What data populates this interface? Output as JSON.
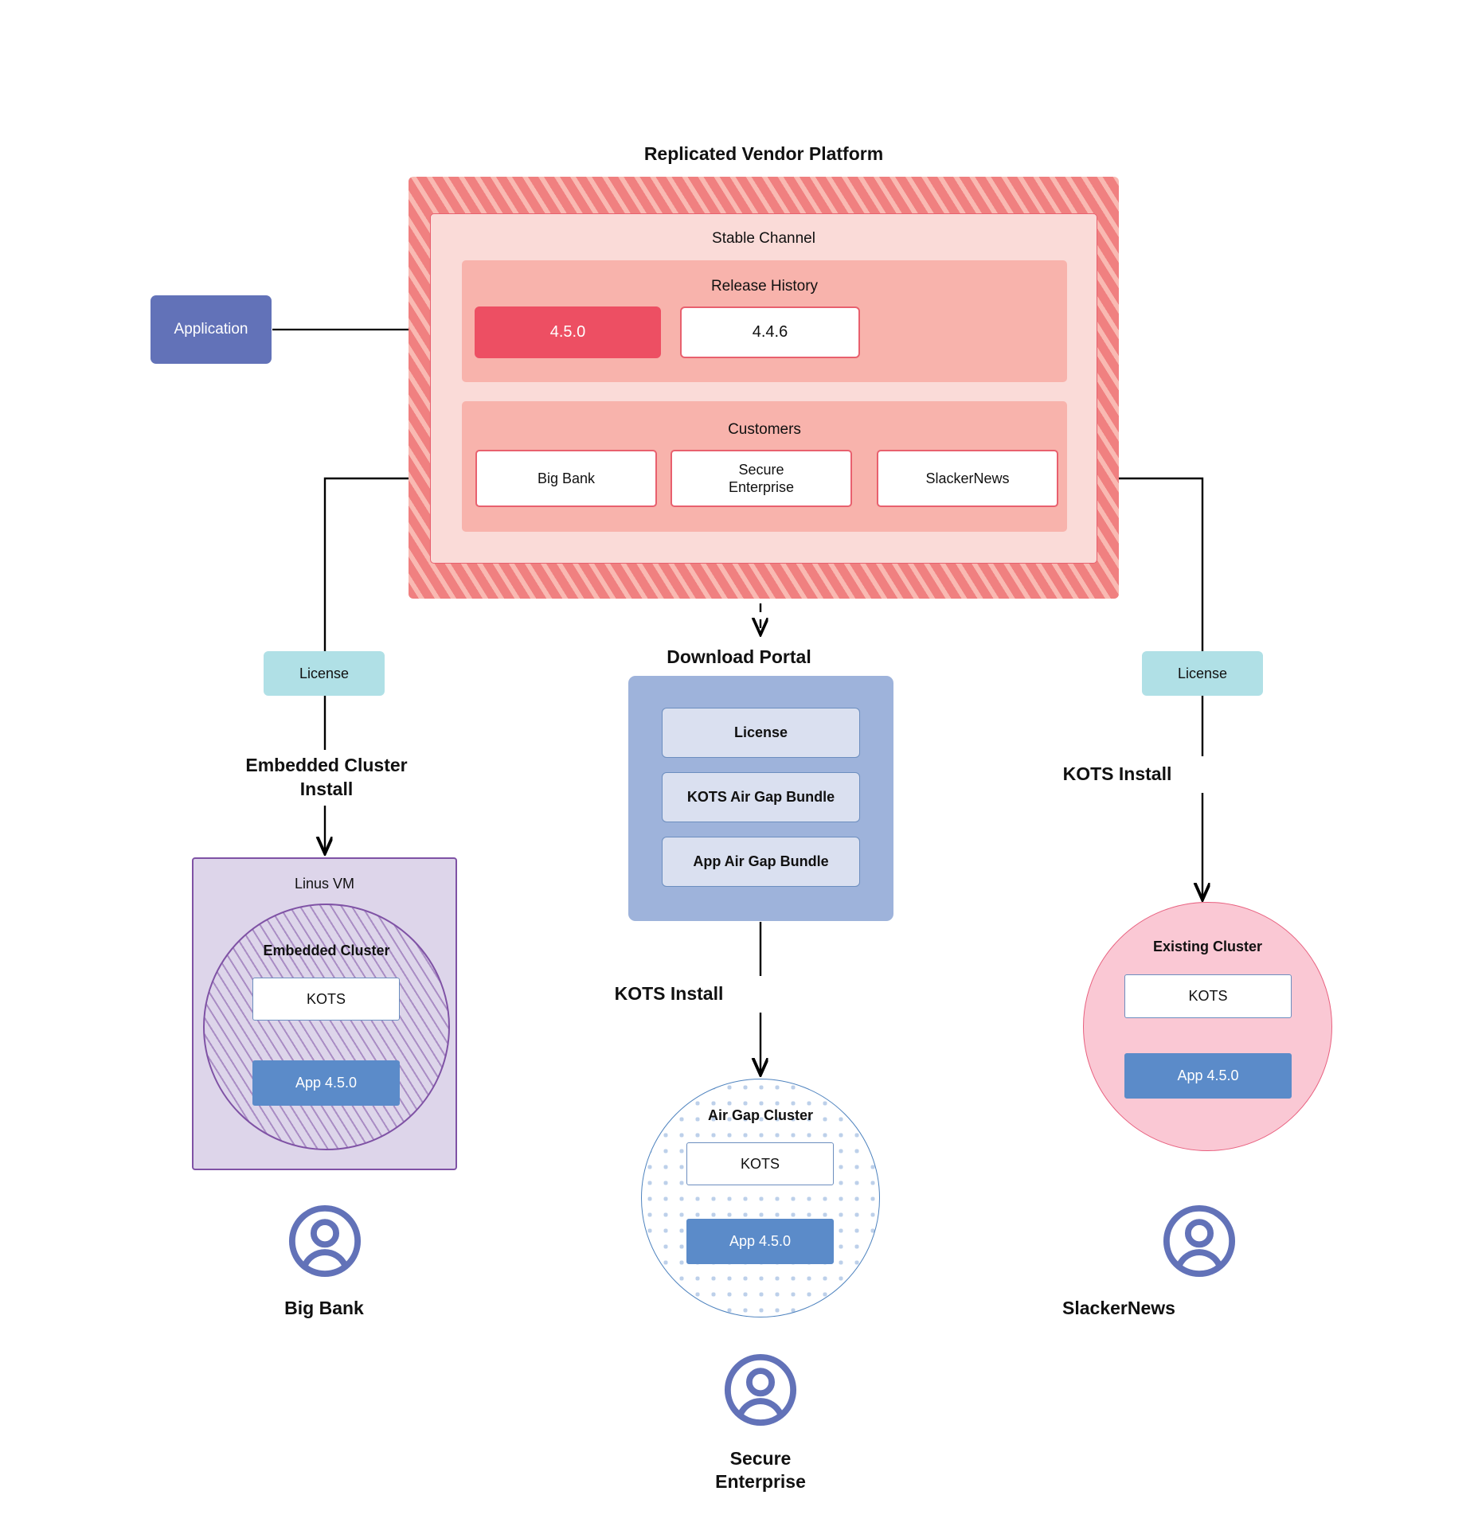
{
  "platform": {
    "title": "Replicated Vendor Platform",
    "channel": {
      "title": "Stable Channel",
      "release_history": {
        "title": "Release History",
        "releases": [
          {
            "version": "4.5.0",
            "state": "current"
          },
          {
            "version": "4.4.6",
            "state": "previous"
          }
        ]
      },
      "customers": {
        "title": "Customers",
        "items": [
          {
            "name": "Big Bank"
          },
          {
            "name": "Secure\nEnterprise"
          },
          {
            "name": "SlackerNews"
          }
        ]
      }
    }
  },
  "application": {
    "label": "Application"
  },
  "licenses": {
    "left": "License",
    "right": "License"
  },
  "steps": {
    "left": "Embedded Cluster\nInstall",
    "middle": "KOTS Install",
    "right": "KOTS Install"
  },
  "download_portal": {
    "title": "Download  Portal",
    "items": [
      {
        "label": "License"
      },
      {
        "label": "KOTS Air Gap Bundle"
      },
      {
        "label": "App Air Gap Bundle"
      }
    ]
  },
  "linux_vm": {
    "title": "Linus VM",
    "embedded_cluster": {
      "title": "Embedded Cluster",
      "kots": "KOTS",
      "app": "App 4.5.0"
    }
  },
  "air_gap_cluster": {
    "title": "Air Gap Cluster",
    "kots": "KOTS",
    "app": "App 4.5.0"
  },
  "existing_cluster": {
    "title": "Existing Cluster",
    "kots": "KOTS",
    "app": "App 4.5.0"
  },
  "personas": {
    "left": "Big Bank",
    "middle": "Secure\nEnterprise",
    "right": "SlackerNews"
  },
  "icons": {
    "persona": "user-avatar-icon"
  },
  "colors": {
    "platform_hatch": "#F08080",
    "channel_panel": "#FADBD8",
    "sub_panel": "#F8B3AC",
    "release_current": "#ED4F63",
    "release_border": "#E8606E",
    "application": "#6272B8",
    "license_chip": "#B0E0E6",
    "portal_bg": "#9EB3DB",
    "portal_item": "#DAE0F0",
    "portal_item_border": "#6C8EBF",
    "vm_fill": "#DDD5EA",
    "vm_border": "#7F52A5",
    "app_box": "#5B8BC9",
    "air_gap_border": "#4D82BE",
    "air_gap_dots": "#BDD0EA",
    "existing_cluster_fill": "#FAC8D4",
    "existing_cluster_border": "#E8607F",
    "persona_icon": "#6272B8",
    "connector": "#000000"
  }
}
